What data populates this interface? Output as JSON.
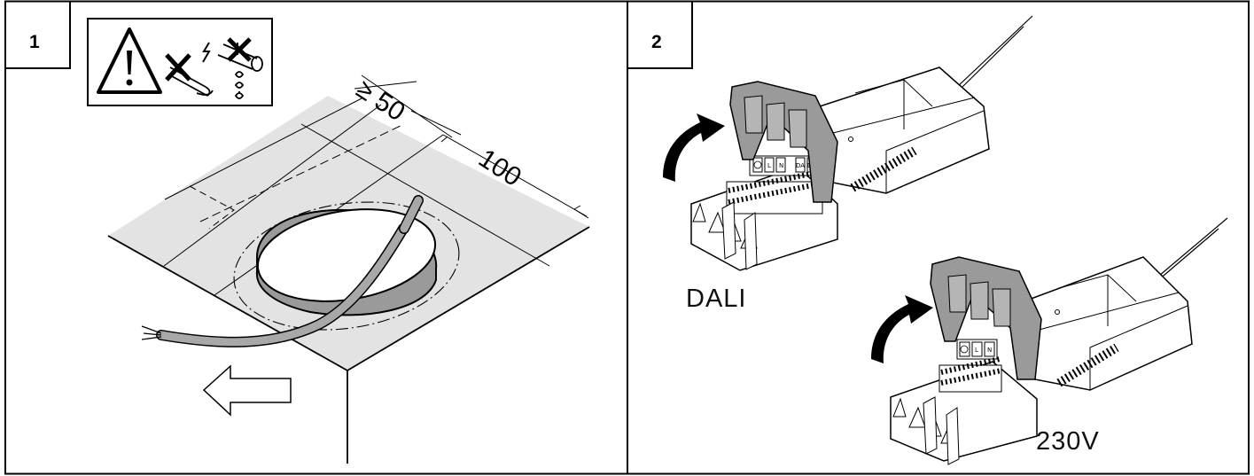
{
  "panels": [
    {
      "step": "1",
      "dimensions": {
        "min_distance": "≥ 50",
        "depth": "100"
      }
    },
    {
      "step": "2",
      "variants": [
        {
          "caption": "DALI"
        },
        {
          "caption": "230V"
        }
      ]
    }
  ],
  "terminal_labels": {
    "dali": [
      "L",
      "N",
      "DA",
      "DA"
    ],
    "v230": [
      "L",
      "N"
    ]
  },
  "icons": [
    "warning-triangle-icon",
    "no-power-cable-icon",
    "no-water-pipe-icon",
    "arrow-left-icon",
    "curved-arrow-up-icon",
    "ground-symbol-icon"
  ],
  "colors": {
    "ceiling_fill": "#e3e3e3",
    "cover_gray": "#9a9a9a",
    "line": "#000000"
  }
}
